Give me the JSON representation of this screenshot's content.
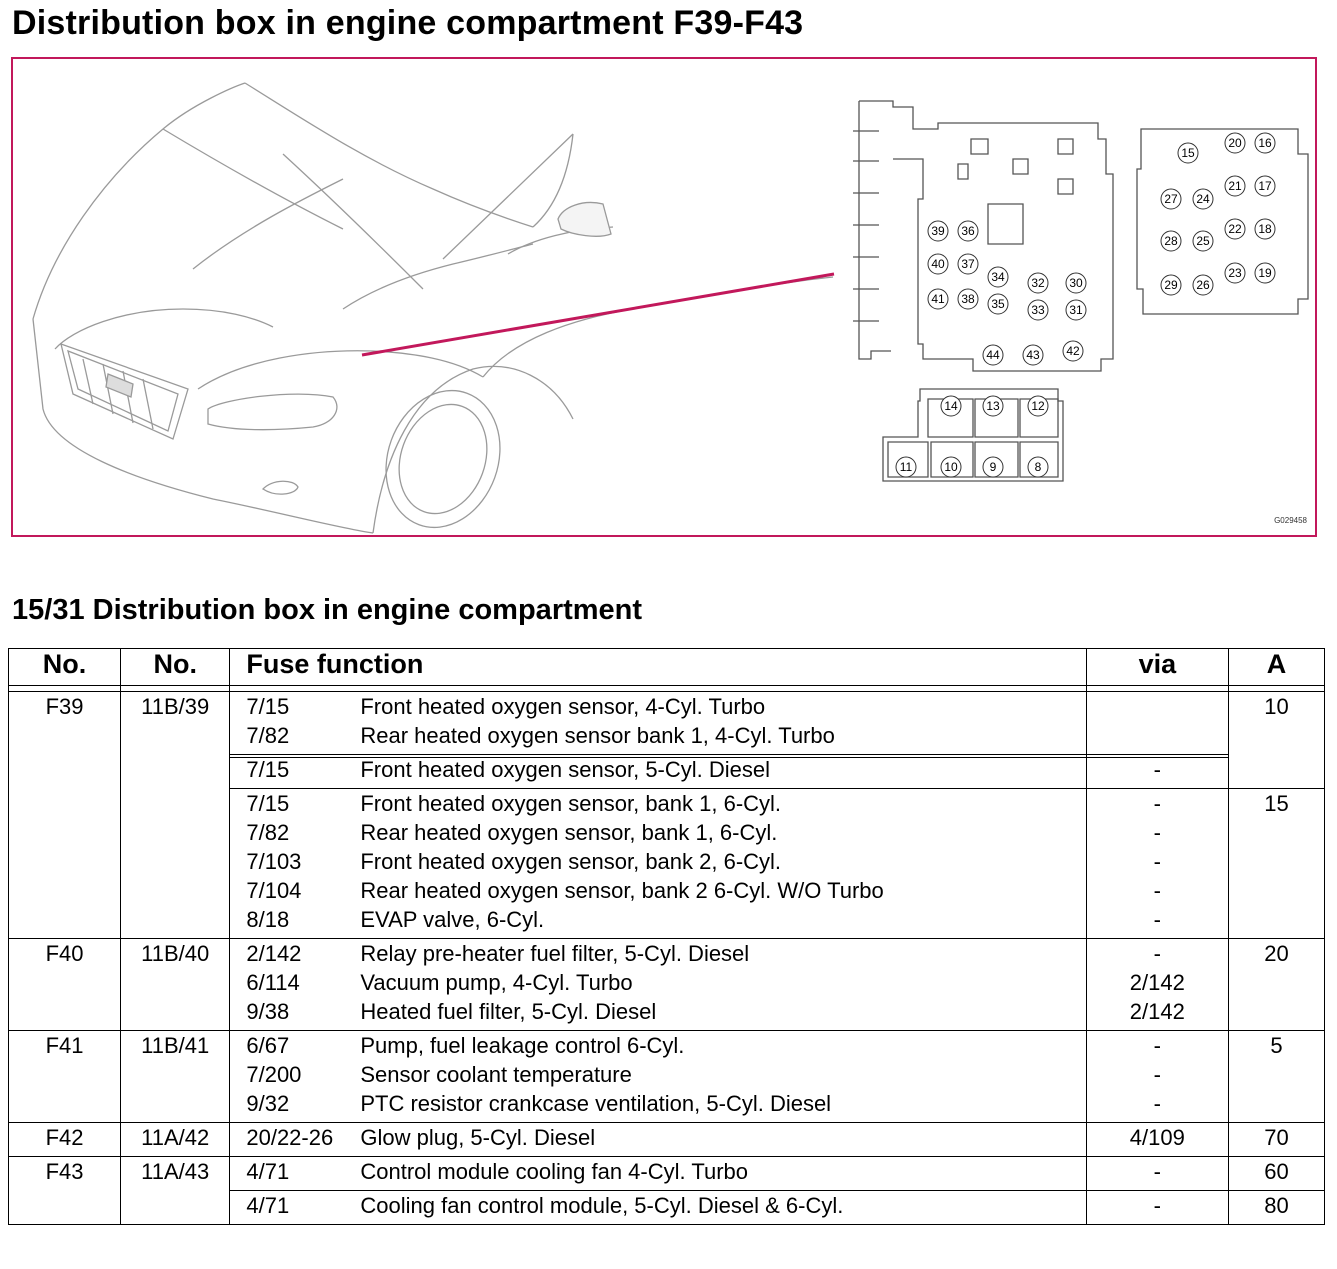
{
  "page": {
    "title": "Distribution box in engine compartment F39-F43",
    "figure_code": "G029458",
    "subtitle": "15/31 Distribution box in engine compartment"
  },
  "diagram": {
    "main_fuses": [
      "39",
      "36",
      "40",
      "37",
      "41",
      "38",
      "34",
      "35",
      "32",
      "30",
      "33",
      "31",
      "44",
      "43",
      "42"
    ],
    "right_fuses": [
      "20",
      "16",
      "15",
      "21",
      "17",
      "27",
      "24",
      "22",
      "18",
      "28",
      "25",
      "23",
      "19",
      "29",
      "26"
    ],
    "lower_fuses": [
      "14",
      "13",
      "12",
      "11",
      "10",
      "9",
      "8"
    ],
    "accent_color": "#c2185b"
  },
  "table": {
    "headers": {
      "no": "No.",
      "no2": "No.",
      "function": "Fuse function",
      "via": "via",
      "amp": "A"
    },
    "groups": [
      {
        "no": "F39",
        "no2": "11B/39",
        "amp": "10",
        "sections": [
          {
            "rows": [
              {
                "code": "7/15",
                "desc": "Front heated oxygen sensor, 4-Cyl. Turbo",
                "via": ""
              },
              {
                "code": "7/82",
                "desc": "Rear heated oxygen sensor bank 1, 4-Cyl. Turbo",
                "via": ""
              }
            ]
          },
          {
            "rows": [
              {
                "code": "7/15",
                "desc": "Front heated oxygen sensor, 5-Cyl. Diesel",
                "via": "-"
              }
            ]
          }
        ]
      },
      {
        "no": "",
        "no2": "",
        "amp": "15",
        "sections": [
          {
            "rows": [
              {
                "code": "7/15",
                "desc": "Front heated oxygen sensor, bank 1, 6-Cyl.",
                "via": "-"
              },
              {
                "code": "7/82",
                "desc": "Rear heated oxygen sensor, bank 1, 6-Cyl.",
                "via": "-"
              },
              {
                "code": "7/103",
                "desc": "Front heated oxygen sensor, bank 2, 6-Cyl.",
                "via": "-"
              },
              {
                "code": "7/104",
                "desc": "Rear heated oxygen sensor, bank 2 6-Cyl. W/O Turbo",
                "via": "-"
              },
              {
                "code": "8/18",
                "desc": "EVAP valve, 6-Cyl.",
                "via": "-"
              }
            ]
          }
        ]
      },
      {
        "no": "F40",
        "no2": "11B/40",
        "amp": "20",
        "sections": [
          {
            "rows": [
              {
                "code": "2/142",
                "desc": "Relay pre-heater fuel filter, 5-Cyl. Diesel",
                "via": "-"
              },
              {
                "code": "6/114",
                "desc": "Vacuum pump, 4-Cyl. Turbo",
                "via": "2/142"
              },
              {
                "code": "9/38",
                "desc": "Heated fuel filter, 5-Cyl. Diesel",
                "via": "2/142"
              }
            ]
          }
        ]
      },
      {
        "no": "F41",
        "no2": "11B/41",
        "amp": "5",
        "sections": [
          {
            "rows": [
              {
                "code": "6/67",
                "desc": "Pump, fuel leakage control 6-Cyl.",
                "via": "-"
              },
              {
                "code": "7/200",
                "desc": "Sensor coolant temperature",
                "via": "-"
              },
              {
                "code": "9/32",
                "desc": "PTC resistor crankcase ventilation, 5-Cyl. Diesel",
                "via": "-"
              }
            ]
          }
        ]
      },
      {
        "no": "F42",
        "no2": "11A/42",
        "amp": "70",
        "sections": [
          {
            "rows": [
              {
                "code": "20/22-26",
                "desc": "Glow plug, 5-Cyl. Diesel",
                "via": "4/109"
              }
            ]
          }
        ]
      },
      {
        "no": "F43",
        "no2": "11A/43",
        "amp": "60",
        "sections": [
          {
            "rows": [
              {
                "code": "4/71",
                "desc": "Control module cooling fan 4-Cyl. Turbo",
                "via": "-"
              }
            ]
          }
        ]
      },
      {
        "no": "",
        "no2": "",
        "amp": "80",
        "sections": [
          {
            "rows": [
              {
                "code": "4/71",
                "desc": "Cooling fan control module, 5-Cyl. Diesel & 6-Cyl.",
                "via": "-"
              }
            ]
          }
        ]
      }
    ]
  }
}
